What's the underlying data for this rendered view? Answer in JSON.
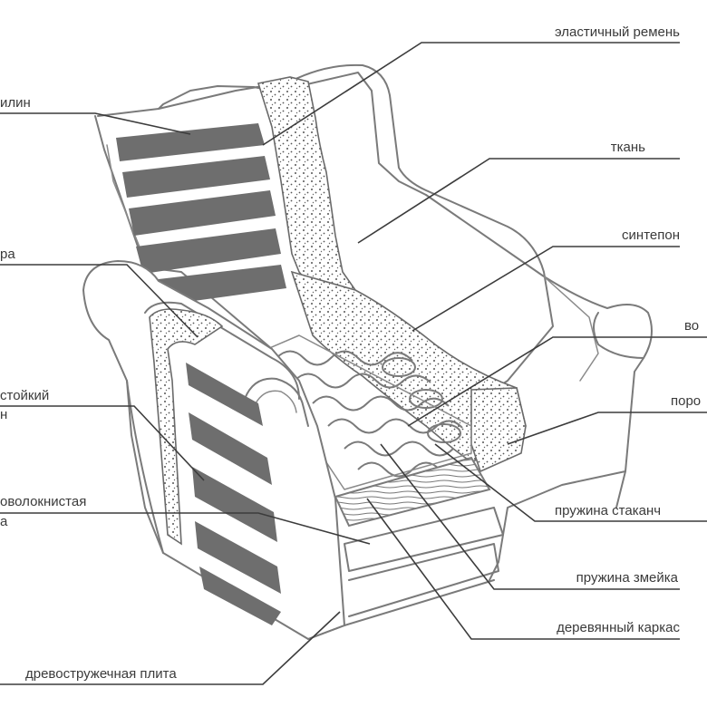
{
  "labels": {
    "elastic_belt": "эластичный ремень",
    "fabric": "ткань",
    "sintepon": "синтепон",
    "volok": "во",
    "poro": "поро",
    "pocket_spring": "пружина стаканч",
    "snake_spring": "пружина змейка",
    "wood_frame": "деревянный каркас",
    "chipboard": "древостружечная плита",
    "left_1": "илин",
    "left_2": "ра",
    "left_3a": "стойкий",
    "left_3b": "н",
    "left_4a": "оволокнистая",
    "left_4b": "а"
  }
}
